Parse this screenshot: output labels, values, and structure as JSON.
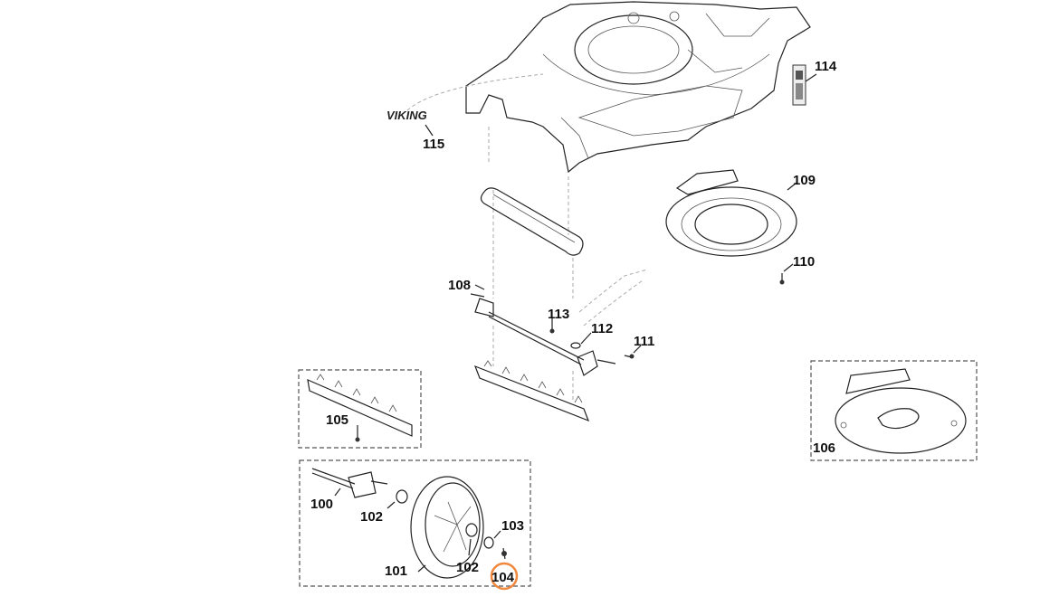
{
  "brand_logo": "VIKING",
  "highlight_color": "#f0883e",
  "part_numbers": {
    "p100": "100",
    "p101": "101",
    "p102a": "102",
    "p102b": "102",
    "p103": "103",
    "p104": "104",
    "p105": "105",
    "p106": "106",
    "p108": "108",
    "p109": "109",
    "p110": "110",
    "p111": "111",
    "p112": "112",
    "p113": "113",
    "p114": "114",
    "p115": "115"
  },
  "selected_part": "104"
}
